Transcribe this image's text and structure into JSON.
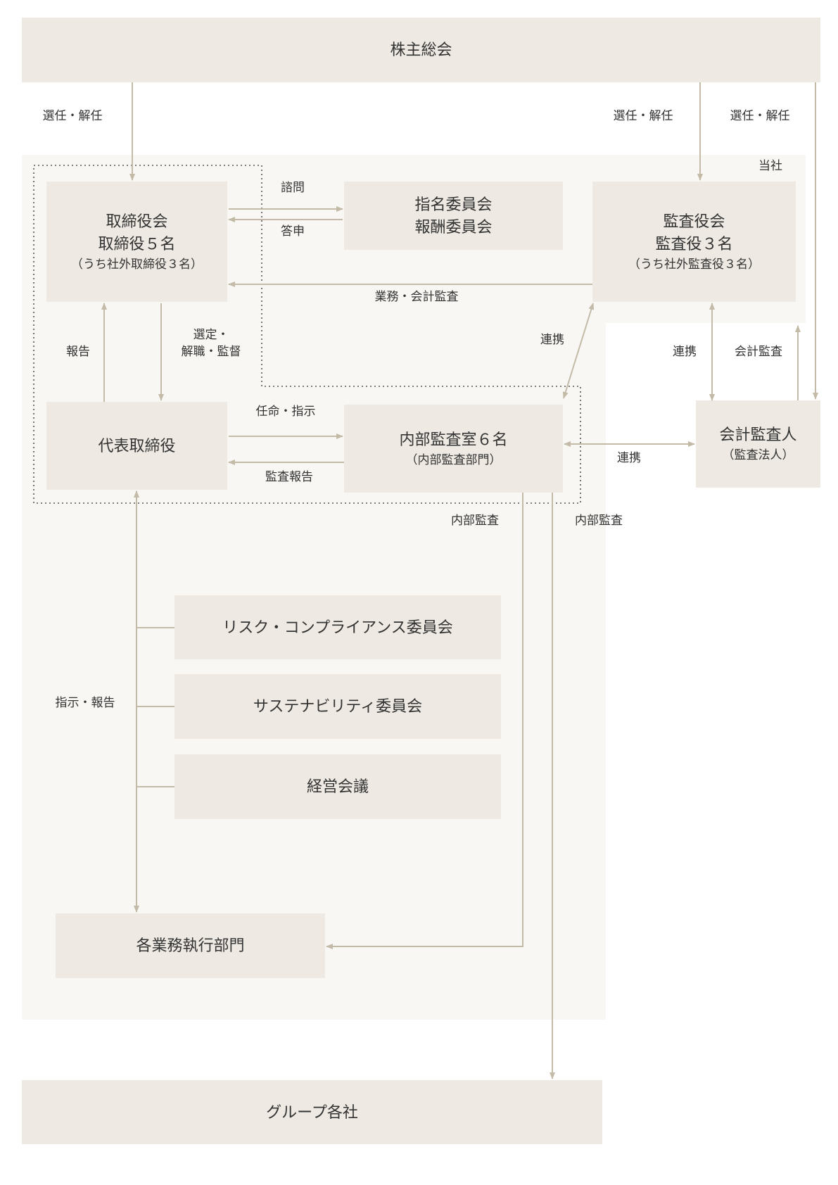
{
  "colors": {
    "box_fill": "#eeeae3",
    "company_fill": "#f8f7f3",
    "arrow": "#c3baa8",
    "dotted_border": "#555555",
    "text": "#333333"
  },
  "shareholders_meeting": "株主総会",
  "company_label": "当社",
  "boxes": {
    "board": {
      "line1": "取締役会",
      "line2": "取締役５名",
      "line3": "（うち社外取締役３名）"
    },
    "committees": {
      "line1": "指名委員会",
      "line2": "報酬委員会"
    },
    "audit_board": {
      "line1": "監査役会",
      "line2": "監査役３名",
      "line3": "（うち社外監査役３名）"
    },
    "representative_director": "代表取締役",
    "internal_audit": {
      "line1": "内部監査室６名",
      "line2": "（内部監査部門）"
    },
    "accounting_auditor": {
      "line1": "会計監査人",
      "line2": "（監査法人）"
    },
    "risk_compliance_committee": "リスク・コンプライアンス委員会",
    "sustainability_committee": "サステナビリティ委員会",
    "management_meeting": "経営会議",
    "business_divisions": "各業務執行部門",
    "group_companies": "グループ各社"
  },
  "labels": {
    "elect_board": "選任・解任",
    "elect_audit_board": "選任・解任",
    "elect_accounting_auditor": "選任・解任",
    "consultation": "諮問",
    "response": "答申",
    "business_accounting_audit": "業務・会計監査",
    "report": "報告",
    "select_dismiss_1": "選定・",
    "select_dismiss_2": "解職・監督",
    "cooperation_internal_audit_board": "連携",
    "cooperation_audit_board_accounting": "連携",
    "accounting_audit": "会計監査",
    "appoint_instruct": "任命・指示",
    "audit_report": "監査報告",
    "cooperation_internal_accounting": "連携",
    "internal_audit_divisions": "内部監査",
    "internal_audit_group": "内部監査",
    "instruct_report": "指示・報告"
  }
}
